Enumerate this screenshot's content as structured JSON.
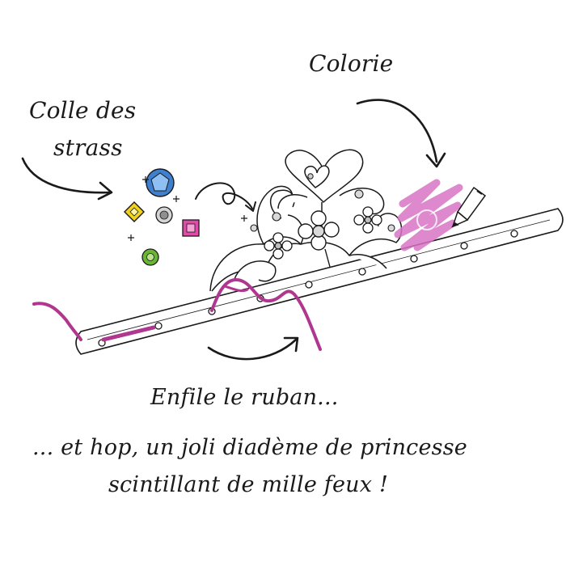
{
  "instructions": {
    "colorie": "Colorie",
    "colle_line1": "Colle des",
    "colle_line2": "strass",
    "enfile": "Enfile le ruban...",
    "final_line1": "... et hop, un joli diadème de princesse",
    "final_line2": "scintillant de mille feux !"
  },
  "colors": {
    "ink": "#1a1a1a",
    "ribbon": "#b0378f",
    "pink_crayon": "#d873c4",
    "gem_blue": "#3f7fd0",
    "gem_yellow": "#f1d21d",
    "gem_pink": "#e04aa8",
    "gem_green": "#6ab534",
    "gem_silver": "#a9a9a9"
  },
  "icons": [
    "arrow-icon",
    "gem-icon",
    "pencil-icon",
    "heart-icon",
    "clover-icon",
    "ribbon-icon",
    "sparkle-icon"
  ]
}
